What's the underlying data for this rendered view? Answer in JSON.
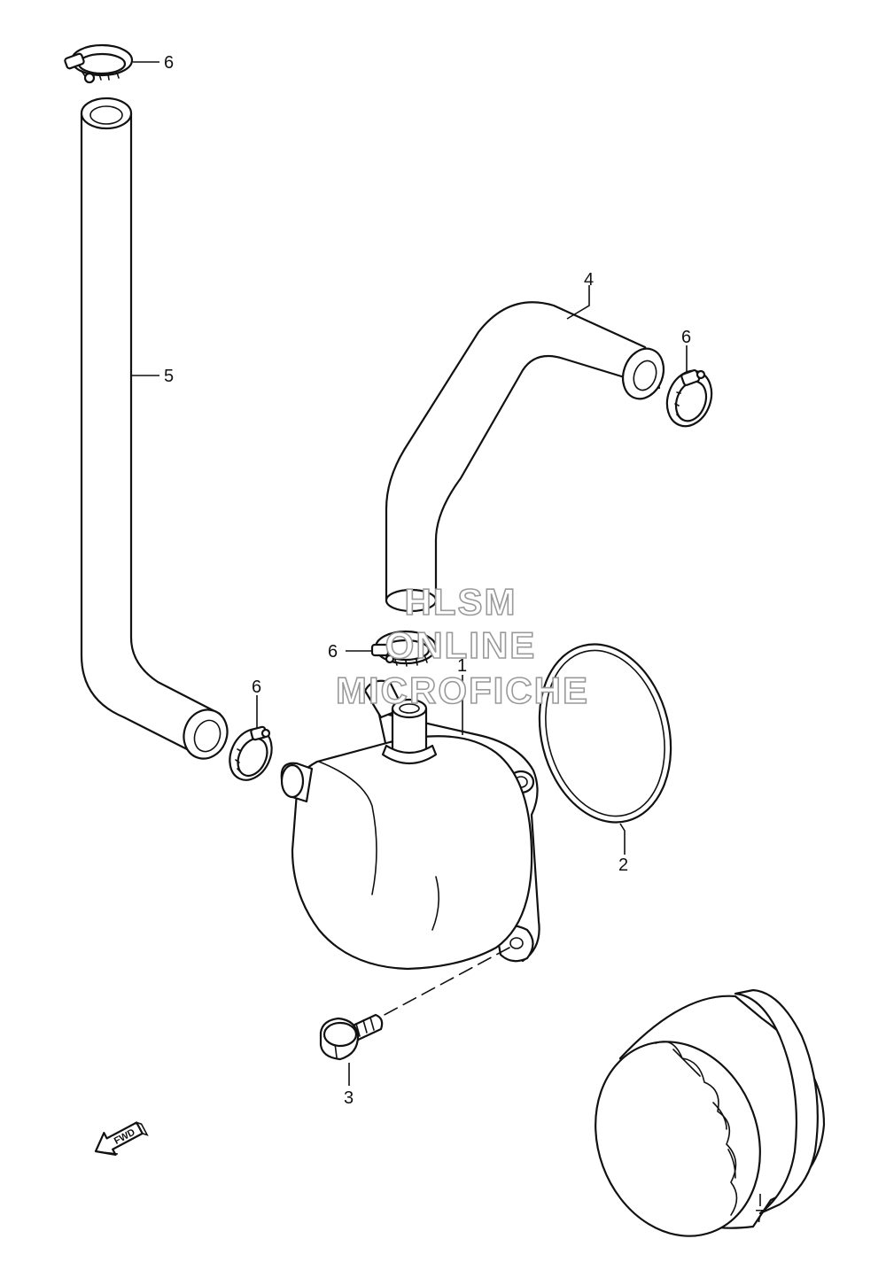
{
  "watermark": {
    "line1": "HLSM",
    "line2": "ONLINE",
    "line3": "MICROFICHE"
  },
  "direction_arrow": {
    "label": "FWD"
  },
  "callouts": [
    {
      "id": "clamp-top",
      "number": "6"
    },
    {
      "id": "hose-long",
      "number": "5"
    },
    {
      "id": "hose-bent",
      "number": "4"
    },
    {
      "id": "clamp-right",
      "number": "6"
    },
    {
      "id": "clamp-center",
      "number": "6"
    },
    {
      "id": "clamp-left",
      "number": "6"
    },
    {
      "id": "cooler",
      "number": "1"
    },
    {
      "id": "o-ring",
      "number": "2"
    },
    {
      "id": "bolt",
      "number": "3"
    },
    {
      "id": "filter",
      "number": "7"
    }
  ]
}
